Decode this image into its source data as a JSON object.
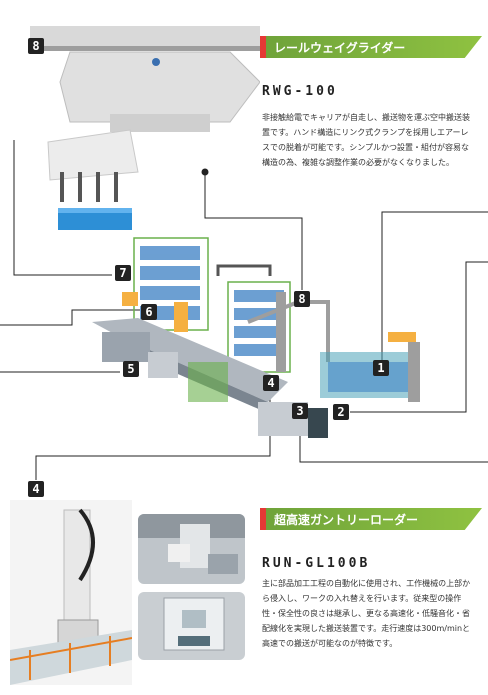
{
  "colors": {
    "accent_green": "#7cb342",
    "accent_red": "#e53935",
    "badge_black": "#222222"
  },
  "section1": {
    "heading": "レールウェイグライダー",
    "model": "RWG-100",
    "description": "非接触給電でキャリアが自走し、搬送物を運ぶ空中搬送装置です。ハンド構造にリンク式クランプを採用しエアーレスでの脱着が可能です。シンプルかつ設置・組付が容易な構造の為、複雑な調整作業の必要がなくなりました。"
  },
  "section2": {
    "heading": "超高速ガントリーローダー",
    "model": "RUN-GL100B",
    "description": "主に部品加工工程の自動化に使用され、工作機械の上部から侵入し、ワークの入れ替えを行います。従来型の操作性・保全性の良さは継承し、更なる高速化・低騒音化・省配線化を実現した搬送装置です。走行速度は300m/minと高速での搬送が可能なのが特徴です。"
  },
  "badges": {
    "b8_top": "8",
    "b7": "7",
    "b6": "6",
    "b5": "5",
    "b4_center": "4",
    "b3": "3",
    "b2": "2",
    "b1": "1",
    "b8_center": "8",
    "b4_bottom": "4"
  },
  "icons": {
    "rail_glider": "rail-glider-photo-icon",
    "factory_line": "factory-line-illustration-icon",
    "gantry_loader": "gantry-loader-photo-icon"
  }
}
